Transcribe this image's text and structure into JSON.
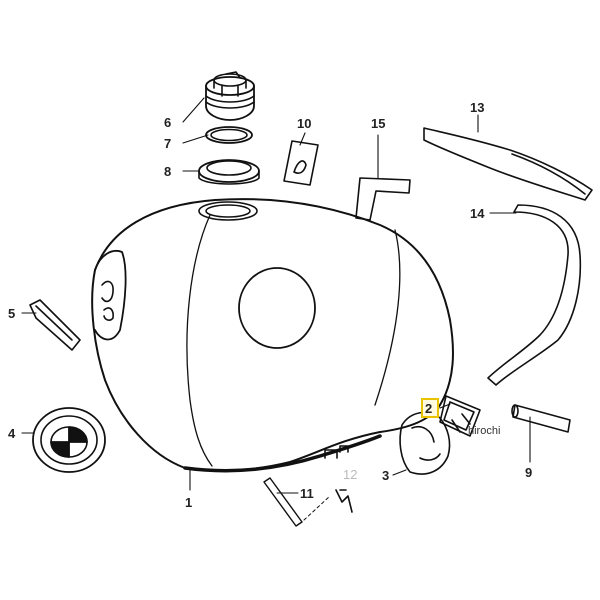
{
  "diagram": {
    "callouts": [
      {
        "id": "1",
        "label": "1"
      },
      {
        "id": "2",
        "label": "2",
        "highlighted": true
      },
      {
        "id": "3",
        "label": "3"
      },
      {
        "id": "4",
        "label": "4"
      },
      {
        "id": "5",
        "label": "5"
      },
      {
        "id": "6",
        "label": "6"
      },
      {
        "id": "7",
        "label": "7"
      },
      {
        "id": "8",
        "label": "8"
      },
      {
        "id": "9",
        "label": "9"
      },
      {
        "id": "10",
        "label": "10"
      },
      {
        "id": "11",
        "label": "11"
      },
      {
        "id": "12",
        "label": "12",
        "faded": true
      },
      {
        "id": "13",
        "label": "13"
      },
      {
        "id": "14",
        "label": "14"
      },
      {
        "id": "15",
        "label": "15"
      }
    ],
    "watermark": "hirochi",
    "highlight_color": "#e8c400"
  }
}
